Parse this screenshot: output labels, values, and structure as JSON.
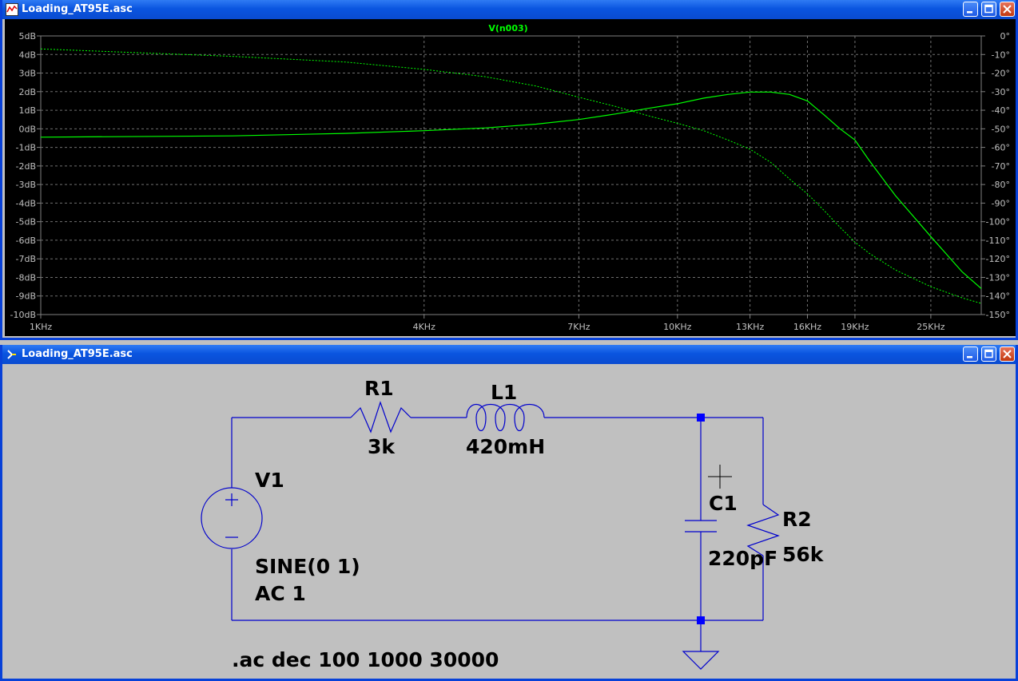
{
  "plot_window": {
    "title": "Loading_AT95E.asc",
    "trace_name": "V(n003)",
    "trace_color": "#00ff00",
    "chart_data": {
      "type": "line",
      "title": "V(n003)",
      "x_scale": "log",
      "xlim": [
        1000,
        30000
      ],
      "x_tick_labels": [
        {
          "value": 1000,
          "label": "1KHz"
        },
        {
          "value": 4000,
          "label": "4KHz"
        },
        {
          "value": 7000,
          "label": "7KHz"
        },
        {
          "value": 10000,
          "label": "10KHz"
        },
        {
          "value": 13000,
          "label": "13KHz"
        },
        {
          "value": 16000,
          "label": "16KHz"
        },
        {
          "value": 19000,
          "label": "19KHz"
        },
        {
          "value": 25000,
          "label": "25KHz"
        }
      ],
      "y_left": {
        "range": [
          -10,
          5
        ],
        "ticks": [
          5,
          4,
          3,
          2,
          1,
          0,
          -1,
          -2,
          -3,
          -4,
          -5,
          -6,
          -7,
          -8,
          -9,
          -10
        ],
        "tick_labels": [
          "5dB",
          "4dB",
          "3dB",
          "2dB",
          "1dB",
          "0dB",
          "-1dB",
          "-2dB",
          "-3dB",
          "-4dB",
          "-5dB",
          "-6dB",
          "-7dB",
          "-8dB",
          "-9dB",
          "-10dB"
        ]
      },
      "y_right": {
        "range": [
          -150,
          0
        ],
        "ticks": [
          0,
          -10,
          -20,
          -30,
          -40,
          -50,
          -60,
          -70,
          -80,
          -90,
          -100,
          -110,
          -120,
          -130,
          -140,
          -150
        ],
        "tick_labels": [
          "0°",
          "-10°",
          "-20°",
          "-30°",
          "-40°",
          "-50°",
          "-60°",
          "-70°",
          "-80°",
          "-90°",
          "-100°",
          "-110°",
          "-120°",
          "-130°",
          "-140°",
          "-150°"
        ]
      },
      "grid": true,
      "series": [
        {
          "quantity": "magnitude",
          "unit": "dB",
          "style": "solid",
          "x": [
            1000,
            2000,
            3000,
            4000,
            5000,
            6000,
            7000,
            8000,
            9000,
            10000,
            11000,
            12000,
            13000,
            14000,
            15000,
            16000,
            17000,
            18000,
            19000,
            20000,
            22000,
            25000,
            28000,
            30000
          ],
          "y": [
            -0.45,
            -0.38,
            -0.25,
            -0.1,
            0.05,
            0.25,
            0.5,
            0.8,
            1.1,
            1.35,
            1.65,
            1.85,
            1.98,
            1.98,
            1.85,
            1.5,
            0.75,
            0.0,
            -0.6,
            -1.7,
            -3.6,
            -5.8,
            -7.7,
            -8.6
          ]
        },
        {
          "quantity": "phase",
          "unit": "°",
          "style": "dashed",
          "x": [
            1000,
            2000,
            3000,
            4000,
            5000,
            6000,
            7000,
            8000,
            9000,
            10000,
            11000,
            12000,
            13000,
            14000,
            15000,
            16000,
            17000,
            18000,
            19000,
            20000,
            22000,
            25000,
            28000,
            30000
          ],
          "y": [
            -7,
            -11,
            -14,
            -18,
            -22,
            -27,
            -33,
            -38,
            -43,
            -47,
            -51,
            -56,
            -61,
            -68,
            -77,
            -85,
            -94,
            -103,
            -111,
            -117,
            -126,
            -135,
            -141,
            -144
          ]
        }
      ]
    }
  },
  "schematic_window": {
    "title": "Loading_AT95E.asc",
    "components": {
      "V1": {
        "name": "V1",
        "value": "SINE(0 1)",
        "value2": "AC 1"
      },
      "R1": {
        "name": "R1",
        "value": "3k"
      },
      "L1": {
        "name": "L1",
        "value": "420mH"
      },
      "C1": {
        "name": "C1",
        "value": "220pF"
      },
      "R2": {
        "name": "R2",
        "value": "56k"
      }
    },
    "directive": ".ac dec 100 1000 30000",
    "wire_color": "#0000cc",
    "junction_color": "#0000ff"
  },
  "icons": {
    "plot_app_icon": "waveform-icon",
    "schematic_app_icon": "ltspice-icon",
    "minimize": "minimize-icon",
    "maximize": "maximize-icon",
    "close": "close-icon"
  }
}
